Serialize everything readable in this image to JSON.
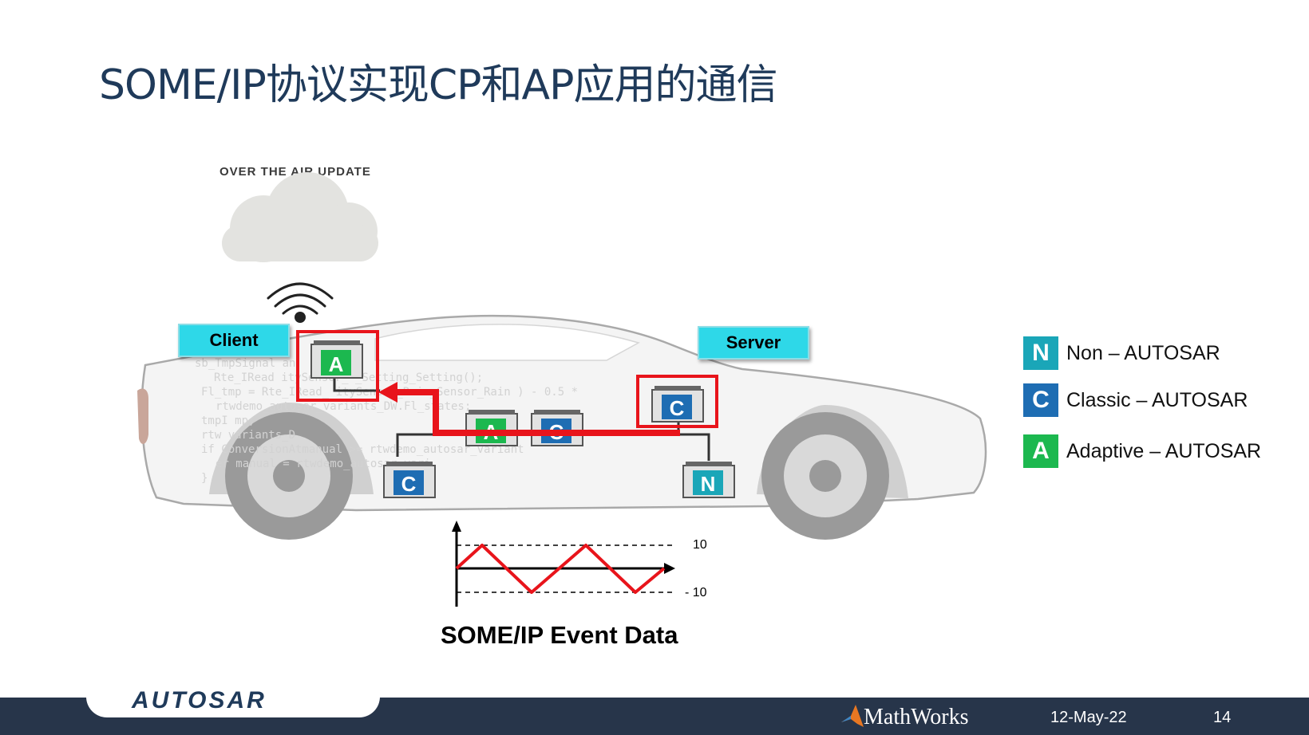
{
  "title": "SOME/IP协议实现CP和AP应用的通信",
  "ota_label": "OVER THE AIR UPDATE",
  "client_label": "Client",
  "server_label": "Server",
  "ecus": {
    "client_a": "A",
    "mid_a": "A",
    "mid_c": "C",
    "server_c": "C",
    "bottom_c": "C",
    "bottom_n": "N"
  },
  "legend": [
    {
      "letter": "N",
      "text": "Non – AUTOSAR",
      "color": "#1aa6b8"
    },
    {
      "letter": "C",
      "text": "Classic – AUTOSAR",
      "color": "#1e6db3"
    },
    {
      "letter": "A",
      "text": "Adaptive – AUTOSAR",
      "color": "#1cb84f"
    }
  ],
  "event": {
    "caption": "SOME/IP Event Data",
    "tick_high": "10",
    "tick_low": "- 10"
  },
  "code_lines": [
    "sb_TmpSignal                an",
    "  Rte_IRead      itySensor_                  _Setting_Setting();",
    "Fl_tmp = Rte_IRead_    itySensor_Rain_Sensor_Rain    ) - 0.5 *",
    "  rtwdemo_autosar_variants_DW.Fl_states;",
    "tmpI          mp;",
    "rtw       variants_D",
    "if         ConversionAtmanual >= rtwdemo_autosar_variant",
    "              er       manual = rtwdemo_autosar_vari",
    "}"
  ],
  "footer": {
    "brand": "AUTOSAR",
    "vendor": "MathWorks",
    "date": "12-May-22",
    "page": "14"
  },
  "colors": {
    "title": "#1f3a5a",
    "highlight": "#e8141b",
    "label_bg": "#2ed8e8",
    "footer_bg": "#27354a"
  }
}
